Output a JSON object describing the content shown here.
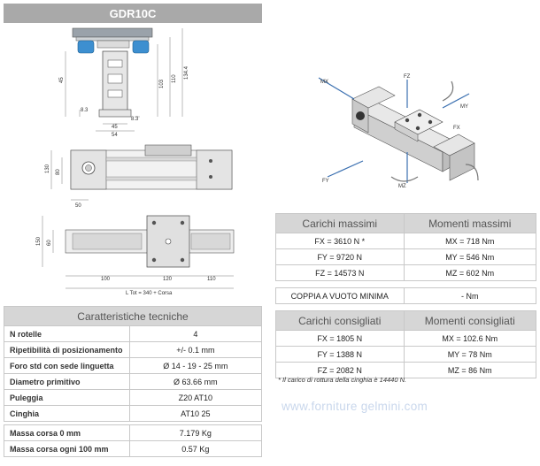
{
  "title": "GDR10C",
  "drawing_dims": {
    "d45": "45",
    "d83a": "8.3",
    "d83b": "8.3",
    "d54": "54",
    "d103": "103",
    "d110": "110",
    "d1344": "134.4",
    "d45b": "45",
    "d130": "130",
    "d80": "80",
    "d50": "50",
    "d150": "150",
    "d60": "60",
    "d100": "100",
    "d120": "120",
    "d110b": "110",
    "ltot": "L Tot = 340 + Corsa"
  },
  "axes_labels": {
    "mx": "MX",
    "fz": "FZ",
    "my": "MY",
    "fx": "FX",
    "fy": "FY",
    "mz": "MZ"
  },
  "specs": {
    "header": "Caratteristiche tecniche",
    "rows": [
      {
        "label": "N rotelle",
        "value": "4"
      },
      {
        "label": "Ripetibilità di posizionamento",
        "value": "+/- 0.1 mm"
      },
      {
        "label": "Foro std con sede linguetta",
        "value": "Ø 14 - 19 - 25 mm"
      },
      {
        "label": "Diametro primitivo",
        "value": "Ø 63.66 mm"
      },
      {
        "label": "Puleggia",
        "value": "Z20 AT10"
      },
      {
        "label": "Cinghia",
        "value": "AT10 25"
      }
    ],
    "rows2": [
      {
        "label": "Massa corsa 0 mm",
        "value": "7.179 Kg"
      },
      {
        "label": "Massa corsa ogni 100 mm",
        "value": "0.57 Kg"
      }
    ]
  },
  "loads": {
    "max_header_left": "Carichi massimi",
    "max_header_right": "Momenti massimi",
    "max_rows": [
      {
        "left": "FX = 3610 N *",
        "right": "MX = 718 Nm"
      },
      {
        "left": "FY = 9720 N",
        "right": "MY = 546 Nm"
      },
      {
        "left": "FZ = 14573 N",
        "right": "MZ = 602 Nm"
      }
    ],
    "coppia_label": "COPPIA A VUOTO MINIMA",
    "coppia_value": "- Nm",
    "rec_header_left": "Carichi consigliati",
    "rec_header_right": "Momenti consigliati",
    "rec_rows": [
      {
        "left": "FX = 1805 N",
        "right": "MX = 102.6 Nm"
      },
      {
        "left": "FY = 1388 N",
        "right": "MY = 78 Nm"
      },
      {
        "left": "FZ = 2082 N",
        "right": "MZ = 86 Nm"
      }
    ]
  },
  "footnote": "* Il carico di rottura della cinghia è 14440 N.",
  "watermark": "www.forniture gelmini.com"
}
